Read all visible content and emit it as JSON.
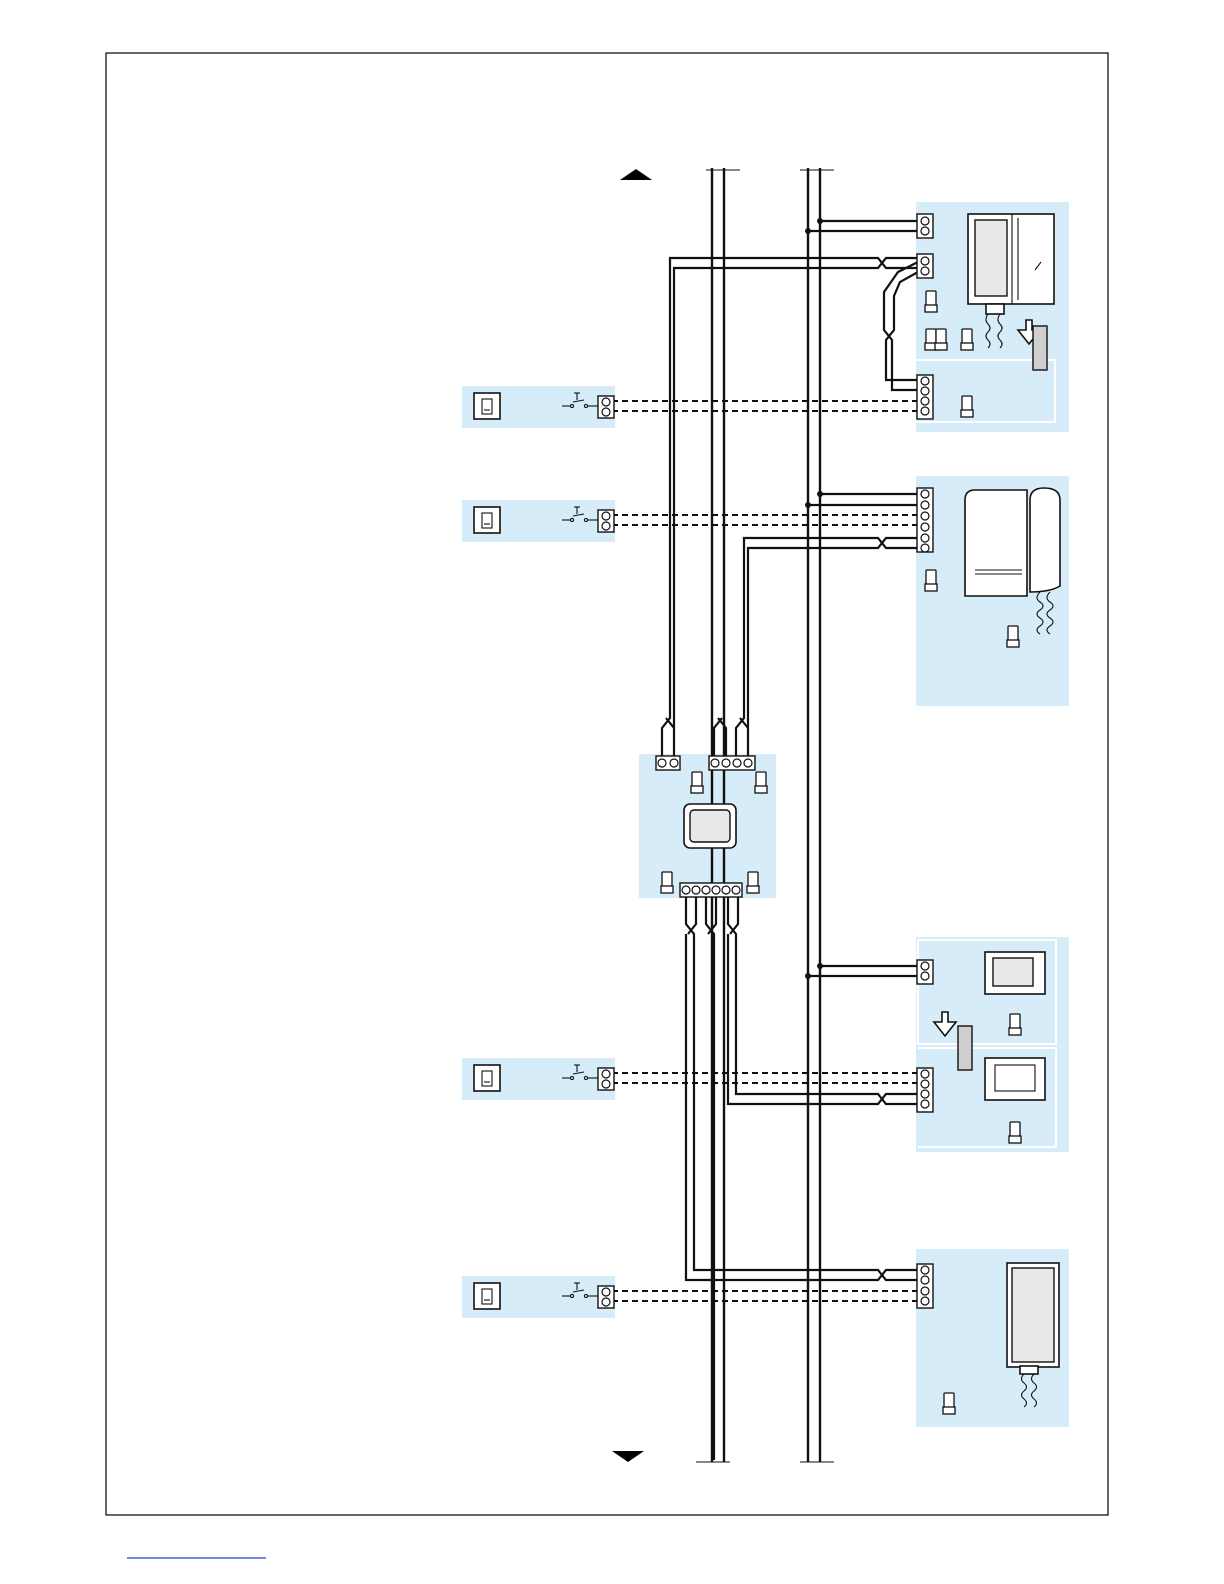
{
  "diagram": {
    "type": "wiring-schematic",
    "title": "",
    "components": {
      "riser_bus_left": "bus-pair",
      "riser_bus_right": "bus-pair",
      "distributor": "distributor-module",
      "floor_call_buttons": [
        "call-button",
        "call-button",
        "call-button",
        "call-button"
      ],
      "handsets": [
        "video-handset-wall",
        "video-handset-desk",
        "video-monitor-module",
        "audio-handset"
      ]
    },
    "icons": {
      "up": "arrow-up-icon",
      "down": "arrow-down-icon"
    },
    "colors": {
      "panel": "#d6ecf8",
      "line": "#111111",
      "footer_link": "#2244cc"
    }
  }
}
